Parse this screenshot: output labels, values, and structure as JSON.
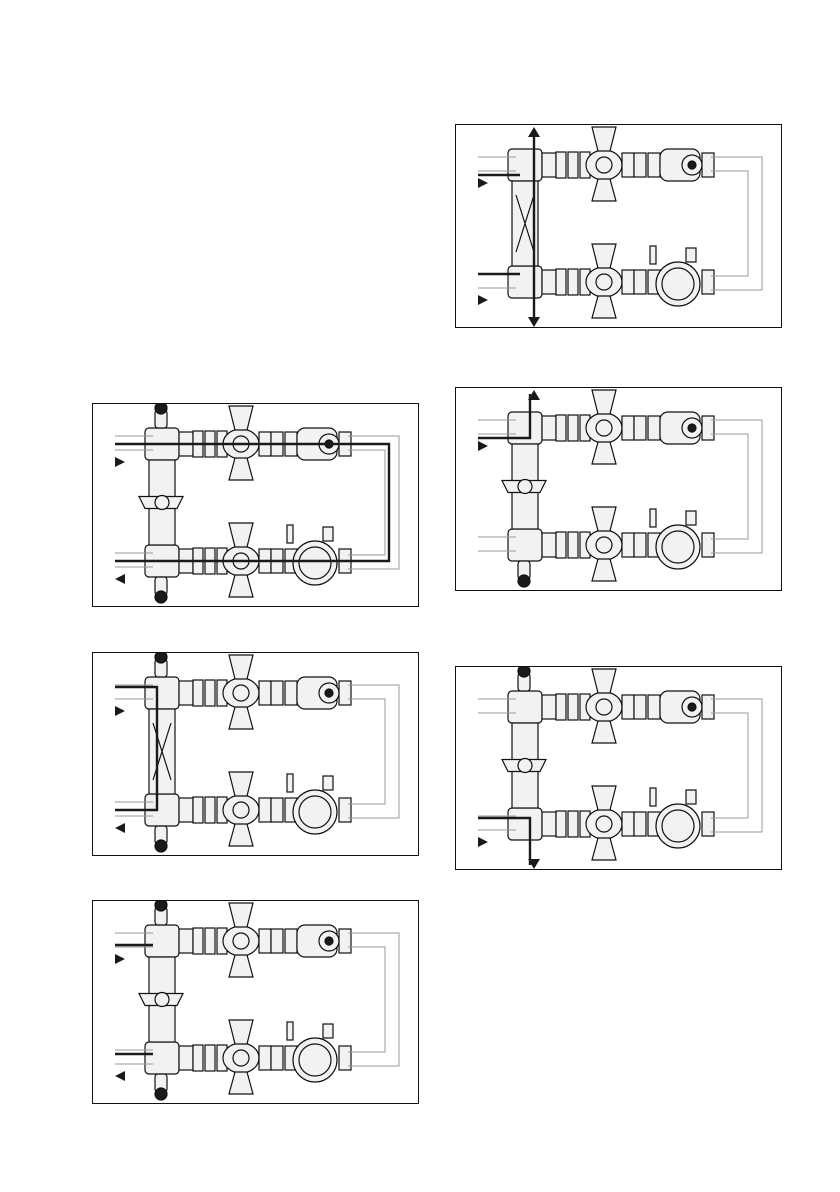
{
  "figures": [
    {
      "id": "p1",
      "name": "figure-1",
      "path": "main-loop",
      "left_bypass": "valve",
      "top_vent": true,
      "bot_vent": true,
      "vert_arrows": "none",
      "horiz_arrows": [
        "in",
        "out"
      ]
    },
    {
      "id": "p2",
      "name": "figure-2",
      "path": "bypass",
      "left_bypass": "open",
      "top_vent": true,
      "bot_vent": true,
      "vert_arrows": "none",
      "horiz_arrows": [
        "in",
        "out"
      ]
    },
    {
      "id": "p3",
      "name": "figure-3",
      "path": "stubs",
      "left_bypass": "valve",
      "top_vent": true,
      "bot_vent": true,
      "vert_arrows": "none",
      "horiz_arrows": [
        "in",
        "out"
      ]
    },
    {
      "id": "p4",
      "name": "figure-4",
      "path": "vertical-both",
      "left_bypass": "open",
      "top_vent": false,
      "bot_vent": false,
      "vert_arrows": "both",
      "horiz_arrows": [
        "in",
        "in"
      ]
    },
    {
      "id": "p5",
      "name": "figure-5",
      "path": "vertical-top",
      "left_bypass": "valve",
      "top_vent": false,
      "bot_vent": true,
      "vert_arrows": "up",
      "horiz_arrows": [
        "in",
        "none"
      ]
    },
    {
      "id": "p6",
      "name": "figure-6",
      "path": "vertical-bottom",
      "left_bypass": "valve",
      "top_vent": true,
      "bot_vent": false,
      "vert_arrows": "down",
      "horiz_arrows": [
        "none",
        "in"
      ]
    }
  ],
  "colors": {
    "line": "#111111",
    "thin": "#9a9a9a",
    "fill": "#f2f2f2",
    "dark": "#1a1a1a"
  }
}
